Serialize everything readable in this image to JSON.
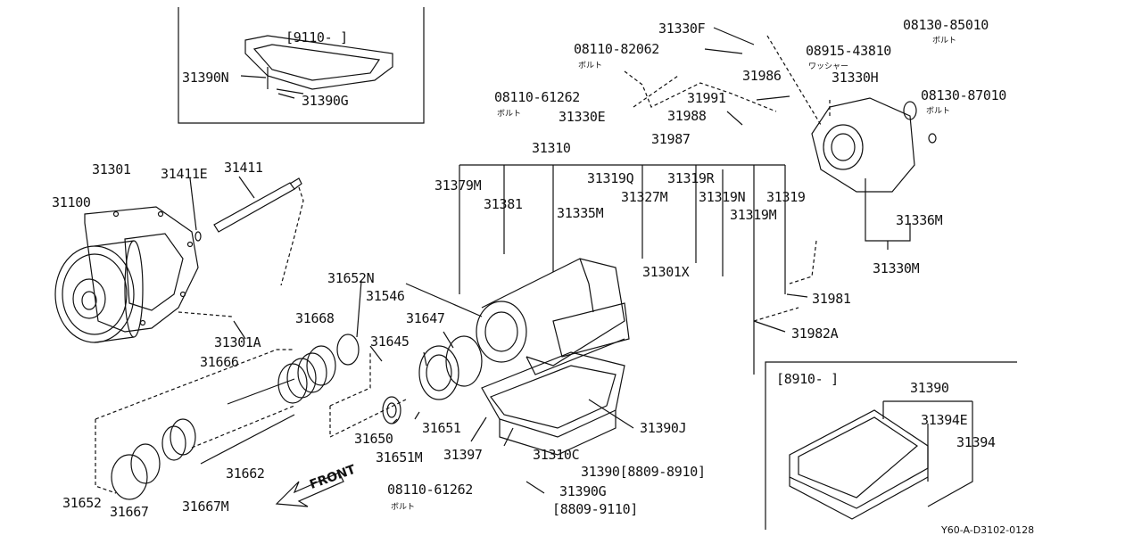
{
  "diagram": {
    "code": "Y60-A-D3102-0128",
    "front_label": "FRONT",
    "inset_top_range": "[9110-    ]",
    "inset_right_range": "[8910-    ]",
    "parts": {
      "p31390N": "31390N",
      "p31390G_top": "31390G",
      "p31330F": "31330F",
      "p08130_85010": "08130-85010",
      "p_bolt1": "ボルト",
      "p08110_82062": "08110-82062",
      "p_bolt2": "ボルト",
      "p08915_43810": "08915-43810",
      "p_washer": "ワッシャー",
      "p31330H": "31330H",
      "p08130_87010": "08130-87010",
      "p_bolt3": "ボルト",
      "p31986": "31986",
      "p08110_61262_top": "08110-61262",
      "p_bolt4": "ボルト",
      "p31991": "31991",
      "p31330E": "31330E",
      "p31988": "31988",
      "p31987": "31987",
      "p31310": "31310",
      "p31301": "31301",
      "p31411E": "31411E",
      "p31411": "31411",
      "p31100": "31100",
      "p31379M": "31379M",
      "p31381": "31381",
      "p31319Q": "31319Q",
      "p31319R": "31319R",
      "p31327M": "31327M",
      "p31335M": "31335M",
      "p31319N": "31319N",
      "p31319": "31319",
      "p31336M": "31336M",
      "p31319M": "31319M",
      "p31330M": "31330M",
      "p31301X": "31301X",
      "p31652N": "31652N",
      "p31546": "31546",
      "p31981": "31981",
      "p31668": "31668",
      "p31647": "31647",
      "p31301A": "31301A",
      "p31645": "31645",
      "p31982A": "31982A",
      "p31666": "31666",
      "p31390J": "31390J",
      "p31650": "31650",
      "p31651": "31651",
      "p31397": "31397",
      "p31310C": "31310C",
      "p31651M": "31651M",
      "p31662": "31662",
      "p31390_range": "31390[8809-8910]",
      "p08110_61262_bot": "08110-61262",
      "p_bolt5": "ボルト",
      "p31390G_bot": "31390G",
      "p31390G_range": "[8809-9110]",
      "p31652": "31652",
      "p31667": "31667",
      "p31667M": "31667M",
      "p31390_right": "31390",
      "p31394E": "31394E",
      "p31394": "31394"
    }
  }
}
